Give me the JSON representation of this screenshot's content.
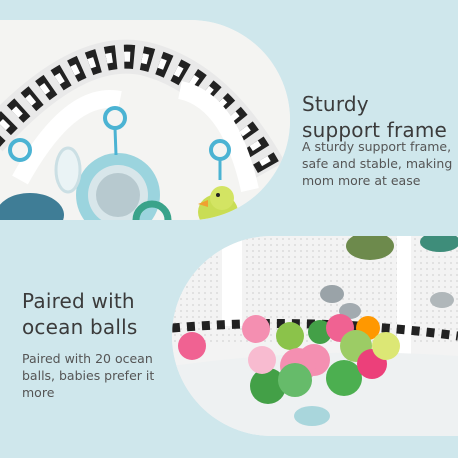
{
  "section1": {
    "title_lines": [
      "Sturdy",
      "support frame"
    ],
    "desc_lines": [
      "A sturdy support frame,",
      "safe and stable, making",
      "mom more at ease"
    ]
  },
  "section2": {
    "title_lines": [
      "Paired with",
      "ocean balls"
    ],
    "desc_lines": [
      "Paired with 20 ocean",
      "balls, babies prefer it",
      "more"
    ]
  },
  "colors": {
    "background": "#cfe7ec",
    "heading_text": "#3b3b3b",
    "body_text": "#555555"
  }
}
